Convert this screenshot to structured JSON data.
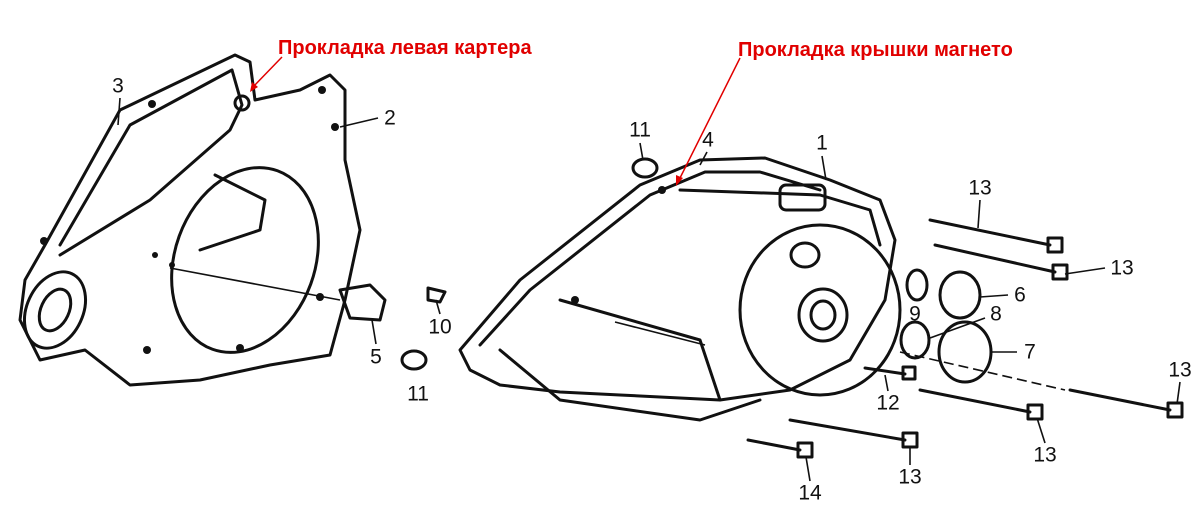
{
  "annotations": {
    "left_crankcase_gasket": "Прокладка левая картера",
    "magneto_cover_gasket": "Прокладка крышки магнето",
    "color": "#e10000"
  },
  "part_numbers": {
    "p3": "3",
    "p2": "2",
    "p11a": "11",
    "p4": "4",
    "p1": "1",
    "p13a": "13",
    "p13b": "13",
    "p6": "6",
    "p9": "9",
    "p8": "8",
    "p10": "10",
    "p7": "7",
    "p5": "5",
    "p11b": "11",
    "p12": "12",
    "p13c": "13",
    "p13d": "13",
    "p13e": "13",
    "p14": "14"
  }
}
